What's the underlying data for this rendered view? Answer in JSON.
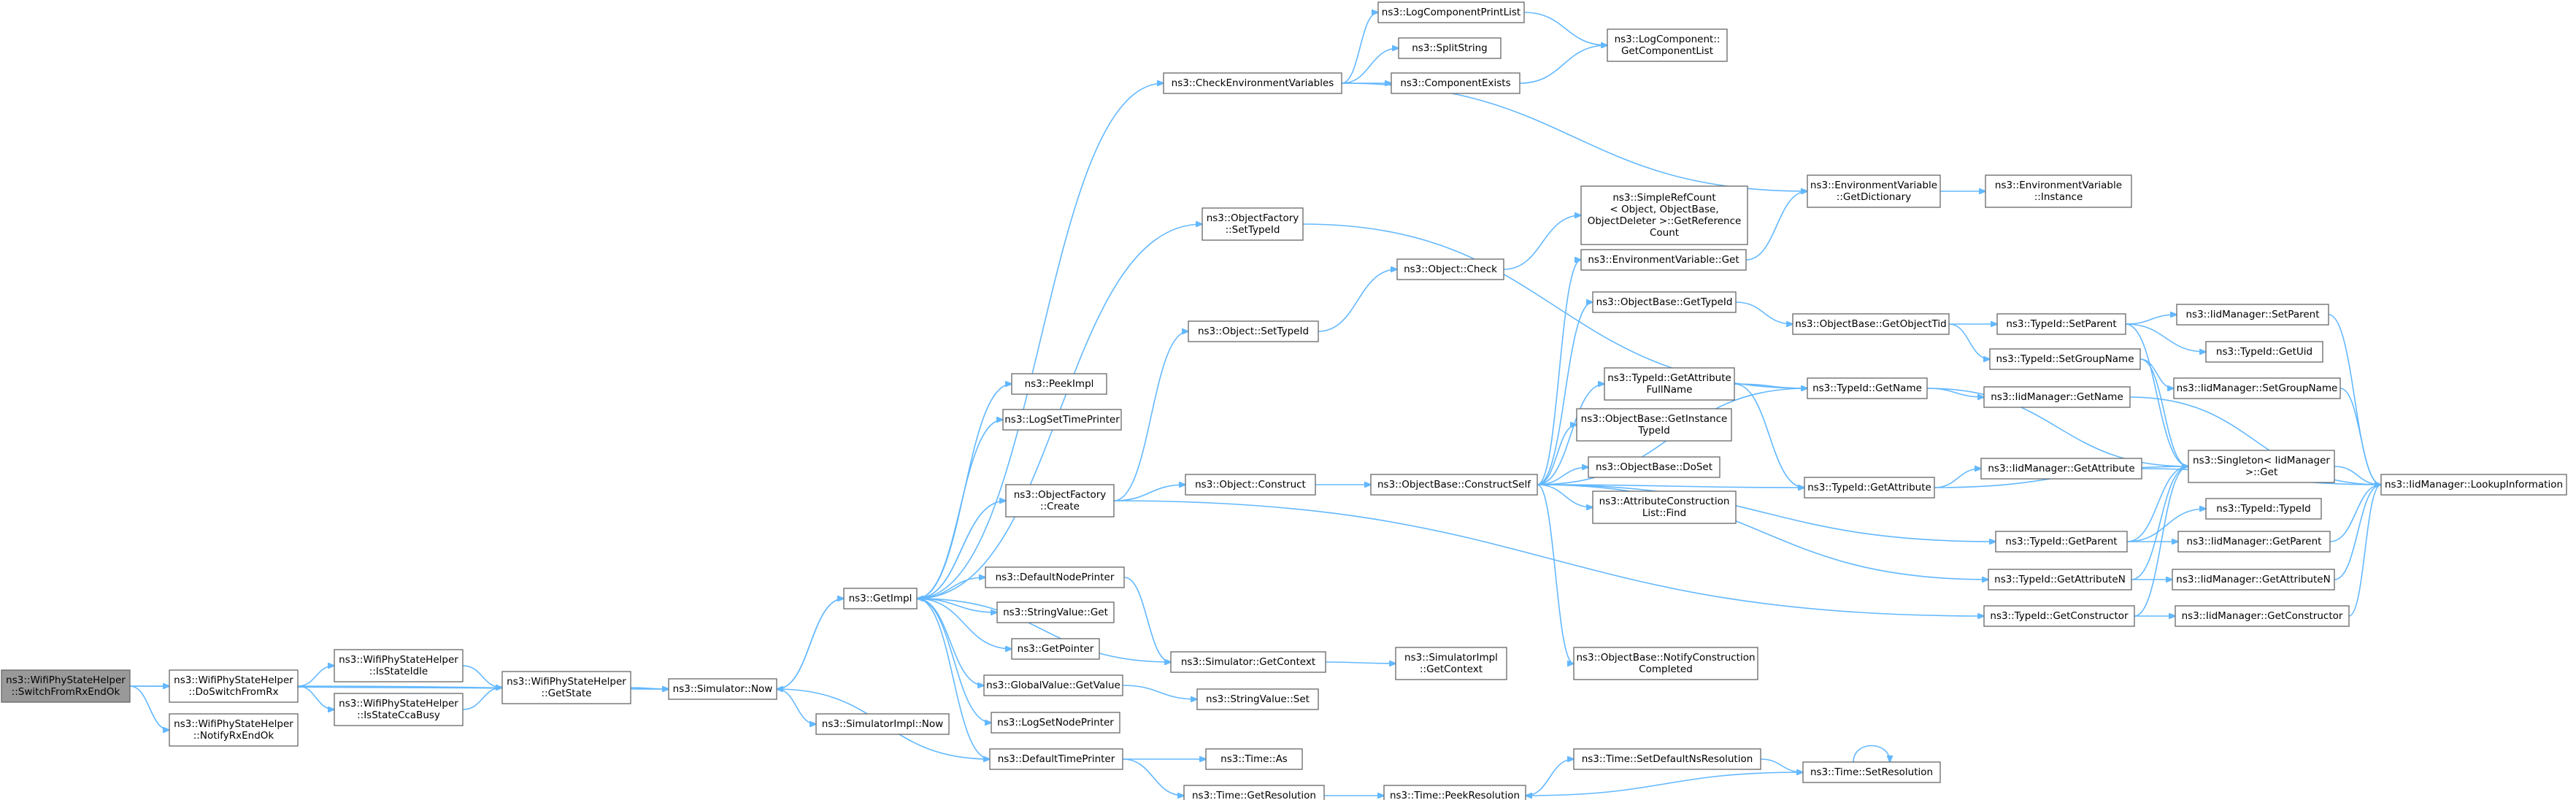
{
  "nodes": [
    {
      "id": "root",
      "lines": [
        "ns3::WifiPhyStateHelper",
        "::SwitchFromRxEndOk"
      ],
      "root": true
    },
    {
      "id": "doSwitch",
      "lines": [
        "ns3::WifiPhyStateHelper",
        "::DoSwitchFromRx"
      ]
    },
    {
      "id": "notifyRx",
      "lines": [
        "ns3::WifiPhyStateHelper",
        "::NotifyRxEndOk"
      ]
    },
    {
      "id": "isIdle",
      "lines": [
        "ns3::WifiPhyStateHelper",
        "::IsStateIdle"
      ]
    },
    {
      "id": "isCca",
      "lines": [
        "ns3::WifiPhyStateHelper",
        "::IsStateCcaBusy"
      ]
    },
    {
      "id": "getState",
      "lines": [
        "ns3::WifiPhyStateHelper",
        "::GetState"
      ]
    },
    {
      "id": "simNow",
      "lines": [
        "ns3::Simulator::Now"
      ]
    },
    {
      "id": "simImplNow",
      "lines": [
        "ns3::SimulatorImpl::Now"
      ]
    },
    {
      "id": "getImpl",
      "lines": [
        "ns3::GetImpl"
      ]
    },
    {
      "id": "peekImpl",
      "lines": [
        "ns3::PeekImpl"
      ]
    },
    {
      "id": "logSetTime",
      "lines": [
        "ns3::LogSetTimePrinter"
      ]
    },
    {
      "id": "ofCreate",
      "lines": [
        "ns3::ObjectFactory",
        "::Create"
      ]
    },
    {
      "id": "defNode",
      "lines": [
        "ns3::DefaultNodePrinter"
      ]
    },
    {
      "id": "strGet",
      "lines": [
        "ns3::StringValue::Get"
      ]
    },
    {
      "id": "getPointer",
      "lines": [
        "ns3::GetPointer"
      ]
    },
    {
      "id": "gvGet",
      "lines": [
        "ns3::GlobalValue::GetValue"
      ]
    },
    {
      "id": "logSetNode",
      "lines": [
        "ns3::LogSetNodePrinter"
      ]
    },
    {
      "id": "defTime",
      "lines": [
        "ns3::DefaultTimePrinter"
      ]
    },
    {
      "id": "ofSetType",
      "lines": [
        "ns3::ObjectFactory",
        "::SetTypeId"
      ]
    },
    {
      "id": "checkEnv",
      "lines": [
        "ns3::CheckEnvironmentVariables"
      ]
    },
    {
      "id": "logCompPrint",
      "lines": [
        "ns3::LogComponentPrintList"
      ]
    },
    {
      "id": "splitString",
      "lines": [
        "ns3::SplitString"
      ]
    },
    {
      "id": "compExists",
      "lines": [
        "ns3::ComponentExists"
      ]
    },
    {
      "id": "logCompGet",
      "lines": [
        "ns3::LogComponent::",
        "GetComponentList"
      ]
    },
    {
      "id": "objSetType",
      "lines": [
        "ns3::Object::SetTypeId"
      ]
    },
    {
      "id": "objConstruct",
      "lines": [
        "ns3::Object::Construct"
      ]
    },
    {
      "id": "simGetCtx",
      "lines": [
        "ns3::Simulator::GetContext"
      ]
    },
    {
      "id": "simImplCtx",
      "lines": [
        "ns3::SimulatorImpl",
        "::GetContext"
      ]
    },
    {
      "id": "strSet",
      "lines": [
        "ns3::StringValue::Set"
      ]
    },
    {
      "id": "timeAs",
      "lines": [
        "ns3::Time::As"
      ]
    },
    {
      "id": "timeGetRes",
      "lines": [
        "ns3::Time::GetResolution"
      ]
    },
    {
      "id": "timePeekRes",
      "lines": [
        "ns3::Time::PeekResolution"
      ]
    },
    {
      "id": "timeSetDef",
      "lines": [
        "ns3::Time::SetDefaultNsResolution"
      ]
    },
    {
      "id": "timeSetRes",
      "lines": [
        "ns3::Time::SetResolution"
      ]
    },
    {
      "id": "objCheck",
      "lines": [
        "ns3::Object::Check"
      ]
    },
    {
      "id": "obConstructSelf",
      "lines": [
        "ns3::ObjectBase::ConstructSelf"
      ]
    },
    {
      "id": "refCount",
      "lines": [
        "ns3::SimpleRefCount",
        "< Object, ObjectBase,",
        "ObjectDeleter >::GetReference",
        "Count"
      ]
    },
    {
      "id": "envGet",
      "lines": [
        "ns3::EnvironmentVariable::Get"
      ]
    },
    {
      "id": "obGetTypeId",
      "lines": [
        "ns3::ObjectBase::GetTypeId"
      ]
    },
    {
      "id": "tidGetAttrFull",
      "lines": [
        "ns3::TypeId::GetAttribute",
        "FullName"
      ]
    },
    {
      "id": "obGetInst",
      "lines": [
        "ns3::ObjectBase::GetInstance",
        "TypeId"
      ]
    },
    {
      "id": "obDoSet",
      "lines": [
        "ns3::ObjectBase::DoSet"
      ]
    },
    {
      "id": "attrFind",
      "lines": [
        "ns3::AttributeConstruction",
        "List::Find"
      ]
    },
    {
      "id": "obNotify",
      "lines": [
        "ns3::ObjectBase::NotifyConstruction",
        "Completed"
      ]
    },
    {
      "id": "envDict",
      "lines": [
        "ns3::EnvironmentVariable",
        "::GetDictionary"
      ]
    },
    {
      "id": "envInst",
      "lines": [
        "ns3::EnvironmentVariable",
        "::Instance"
      ]
    },
    {
      "id": "obGetObjTid",
      "lines": [
        "ns3::ObjectBase::GetObjectTid"
      ]
    },
    {
      "id": "tidGetName",
      "lines": [
        "ns3::TypeId::GetName"
      ]
    },
    {
      "id": "tidGetAttr",
      "lines": [
        "ns3::TypeId::GetAttribute"
      ]
    },
    {
      "id": "tidSetParent",
      "lines": [
        "ns3::TypeId::SetParent"
      ]
    },
    {
      "id": "tidSetGroup",
      "lines": [
        "ns3::TypeId::SetGroupName"
      ]
    },
    {
      "id": "tidGetParent",
      "lines": [
        "ns3::TypeId::GetParent"
      ]
    },
    {
      "id": "tidGetAttrN",
      "lines": [
        "ns3::TypeId::GetAttributeN"
      ]
    },
    {
      "id": "tidGetCtor",
      "lines": [
        "ns3::TypeId::GetConstructor"
      ]
    },
    {
      "id": "iidSetParent",
      "lines": [
        "ns3::IidManager::SetParent"
      ]
    },
    {
      "id": "tidGetUid",
      "lines": [
        "ns3::TypeId::GetUid"
      ]
    },
    {
      "id": "iidSetGroup",
      "lines": [
        "ns3::IidManager::SetGroupName"
      ]
    },
    {
      "id": "iidGetName",
      "lines": [
        "ns3::IidManager::GetName"
      ]
    },
    {
      "id": "iidGetAttr",
      "lines": [
        "ns3::IidManager::GetAttribute"
      ]
    },
    {
      "id": "singletonGet",
      "lines": [
        "ns3::Singleton< IidManager",
        ">::Get"
      ]
    },
    {
      "id": "tidTypeId",
      "lines": [
        "ns3::TypeId::TypeId"
      ]
    },
    {
      "id": "iidGetParent",
      "lines": [
        "ns3::IidManager::GetParent"
      ]
    },
    {
      "id": "iidGetAttrN",
      "lines": [
        "ns3::IidManager::GetAttributeN"
      ]
    },
    {
      "id": "iidGetCtor",
      "lines": [
        "ns3::IidManager::GetConstructor"
      ]
    },
    {
      "id": "iidLookup",
      "lines": [
        "ns3::IidManager::LookupInformation"
      ]
    }
  ]
}
